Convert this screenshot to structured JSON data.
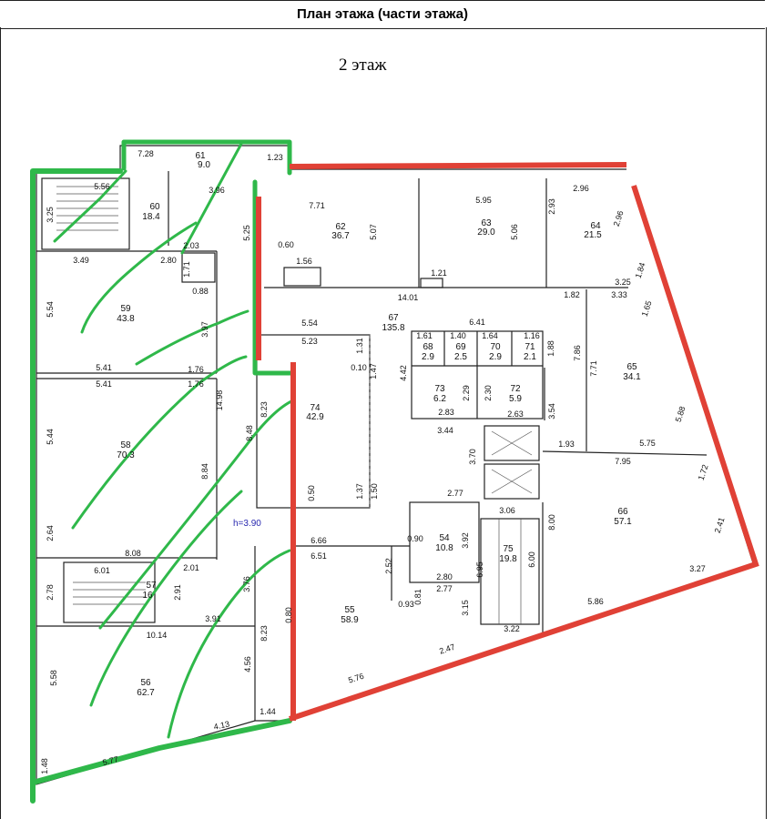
{
  "title": "План этажа (части этажа)",
  "floor_label": "2 этаж",
  "height_label": "h=3.90",
  "highlight_colors": {
    "green": "#2fb84a",
    "red": "#e04136"
  },
  "rooms": [
    {
      "num": "61",
      "area": "9.0"
    },
    {
      "num": "60",
      "area": "18.4"
    },
    {
      "num": "62",
      "area": "36.7"
    },
    {
      "num": "63",
      "area": "29.0"
    },
    {
      "num": "64",
      "area": "21.5"
    },
    {
      "num": "59",
      "area": "43.8"
    },
    {
      "num": "67",
      "area": "135.8"
    },
    {
      "num": "68",
      "area": "2.9"
    },
    {
      "num": "69",
      "area": "2.5"
    },
    {
      "num": "70",
      "area": "2.9"
    },
    {
      "num": "71",
      "area": "2.1"
    },
    {
      "num": "73",
      "area": "6.2"
    },
    {
      "num": "72",
      "area": "5.9"
    },
    {
      "num": "65",
      "area": "34.1"
    },
    {
      "num": "74",
      "area": "42.9"
    },
    {
      "num": "58",
      "area": "70.3"
    },
    {
      "num": "66",
      "area": "57.1"
    },
    {
      "num": "54",
      "area": "10.8"
    },
    {
      "num": "75",
      "area": "19.8"
    },
    {
      "num": "57",
      "area": "16"
    },
    {
      "num": "55",
      "area": "58.9"
    },
    {
      "num": "56",
      "area": "62.7"
    }
  ],
  "dims": [
    "7.28",
    "1.23",
    "5.56",
    "3.96",
    "7.71",
    "5.95",
    "2.96",
    "3.25",
    "5.07",
    "5.06",
    "2.93",
    "2.96",
    "2.03",
    "3.49",
    "2.80",
    "1.71",
    "5.25",
    "1.56",
    "0.88",
    "1.21",
    "14.01",
    "1.82",
    "3.33",
    "3.25",
    "1.84",
    "5.54",
    "5.54",
    "5.23",
    "1.31",
    "6.41",
    "1.47",
    "1.61",
    "1.40",
    "1.64",
    "1.16",
    "1.88",
    "1.65",
    "3.97",
    "7.86",
    "7.71",
    "5.41",
    "5.41",
    "1.76",
    "1.76",
    "14.98",
    "4.42",
    "2.29",
    "2.30",
    "2.83",
    "2.63",
    "3.54",
    "8.23",
    "8.48",
    "3.44",
    "1.93",
    "5.75",
    "5.88",
    "5.44",
    "8.84",
    "3.70",
    "7.95",
    "1.72",
    "2.77",
    "3.06",
    "2.64",
    "8.08",
    "6.66",
    "6.51",
    "3.92",
    "2.41",
    "6.01",
    "2.01",
    "2.78",
    "2.91",
    "3.76",
    "2.52",
    "2.80",
    "2.77",
    "6.95",
    "6.00",
    "8.00",
    "3.27",
    "5.86",
    "3.91",
    "10.14",
    "3.15",
    "3.22",
    "8.23",
    "4.56",
    "5.58",
    "2.47",
    "5.76",
    "1.44",
    "4.13",
    "5.77",
    "1.48",
    "0.60",
    "0.50",
    "0.10",
    "1.37",
    "1.50",
    "0.80",
    "0.90",
    "0.93",
    "0.81"
  ]
}
